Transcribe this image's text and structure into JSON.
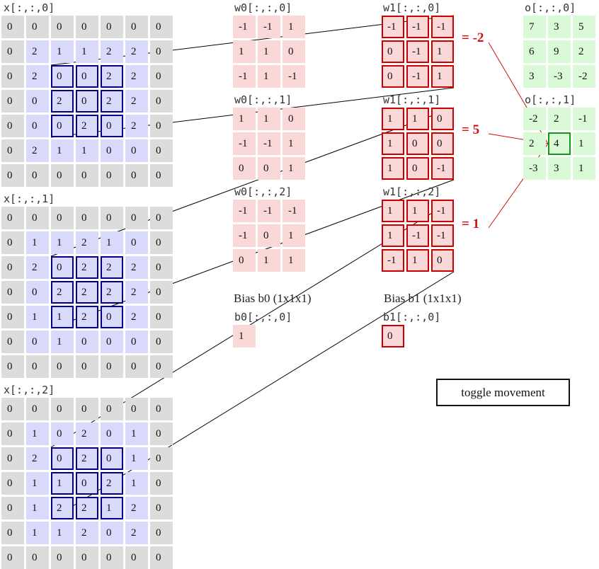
{
  "inputs": [
    {
      "label": "x[:,:,0]",
      "grid": [
        [
          0,
          0,
          0,
          0,
          0,
          0,
          0
        ],
        [
          0,
          2,
          1,
          1,
          2,
          2,
          0
        ],
        [
          0,
          2,
          0,
          0,
          2,
          2,
          0
        ],
        [
          0,
          0,
          2,
          0,
          2,
          2,
          0
        ],
        [
          0,
          0,
          0,
          2,
          0,
          2,
          0
        ],
        [
          0,
          2,
          1,
          1,
          0,
          0,
          0
        ],
        [
          0,
          0,
          0,
          0,
          0,
          0,
          0
        ]
      ]
    },
    {
      "label": "x[:,:,1]",
      "grid": [
        [
          0,
          0,
          0,
          0,
          0,
          0,
          0
        ],
        [
          0,
          1,
          1,
          2,
          1,
          0,
          0
        ],
        [
          0,
          2,
          0,
          2,
          2,
          2,
          0
        ],
        [
          0,
          0,
          2,
          2,
          2,
          2,
          0
        ],
        [
          0,
          1,
          1,
          2,
          0,
          2,
          0
        ],
        [
          0,
          0,
          1,
          0,
          0,
          0,
          0
        ],
        [
          0,
          0,
          0,
          0,
          0,
          0,
          0
        ]
      ]
    },
    {
      "label": "x[:,:,2]",
      "grid": [
        [
          0,
          0,
          0,
          0,
          0,
          0,
          0
        ],
        [
          0,
          1,
          0,
          2,
          0,
          1,
          0
        ],
        [
          0,
          2,
          0,
          2,
          0,
          1,
          0
        ],
        [
          0,
          1,
          1,
          0,
          2,
          1,
          0
        ],
        [
          0,
          1,
          2,
          2,
          1,
          2,
          0
        ],
        [
          0,
          1,
          1,
          2,
          0,
          2,
          0
        ],
        [
          0,
          0,
          0,
          0,
          0,
          0,
          0
        ]
      ]
    }
  ],
  "w0": [
    {
      "label": "w0[:,:,0]",
      "grid": [
        [
          "-1",
          "-1",
          "1"
        ],
        [
          "1",
          "1",
          "0"
        ],
        [
          "-1",
          "1",
          "-1"
        ]
      ]
    },
    {
      "label": "w0[:,:,1]",
      "grid": [
        [
          "1",
          "1",
          "0"
        ],
        [
          "-1",
          "-1",
          "1"
        ],
        [
          "0",
          "0",
          "1"
        ]
      ]
    },
    {
      "label": "w0[:,:,2]",
      "grid": [
        [
          "-1",
          "-1",
          "-1"
        ],
        [
          "-1",
          "0",
          "1"
        ],
        [
          "0",
          "1",
          "1"
        ]
      ]
    }
  ],
  "w1": [
    {
      "label": "w1[:,:,0]",
      "grid": [
        [
          "-1",
          "-1",
          "-1"
        ],
        [
          "0",
          "-1",
          "1"
        ],
        [
          "0",
          "-1",
          "1"
        ]
      ]
    },
    {
      "label": "w1[:,:,1]",
      "grid": [
        [
          "1",
          "1",
          "0"
        ],
        [
          "1",
          "0",
          "0"
        ],
        [
          "1",
          "0",
          "-1"
        ]
      ]
    },
    {
      "label": "w1[:,:,2]",
      "grid": [
        [
          "1",
          "1",
          "-1"
        ],
        [
          "1",
          "-1",
          "-1"
        ],
        [
          "-1",
          "1",
          "0"
        ]
      ]
    }
  ],
  "bias0": {
    "title": "Bias b0 (1x1x1)",
    "label": "b0[:,:,0]",
    "value": "1"
  },
  "bias1": {
    "title": "Bias b1 (1x1x1)",
    "label": "b1[:,:,0]",
    "value": "0"
  },
  "outputs": [
    {
      "label": "o[:,:,0]",
      "grid": [
        [
          "7",
          "3",
          "5"
        ],
        [
          "6",
          "9",
          "2"
        ],
        [
          "3",
          "-3",
          "-2"
        ]
      ]
    },
    {
      "label": "o[:,:,1]",
      "grid": [
        [
          "-2",
          "2",
          "-1"
        ],
        [
          "2",
          "4",
          "1"
        ],
        [
          "-3",
          "3",
          "1"
        ]
      ]
    }
  ],
  "sums": [
    "= -2",
    "= 5",
    "= 1"
  ],
  "toggle_label": "toggle movement",
  "colors": {
    "pad": "#dcdcdc",
    "input": "#d9d9fb",
    "weight": "#fad8d8",
    "output": "#d9f9d7",
    "filter_border": "#cc0000",
    "window_border": "#000080",
    "output_border": "#0f9a0f",
    "sum_text": "#cc1111"
  }
}
